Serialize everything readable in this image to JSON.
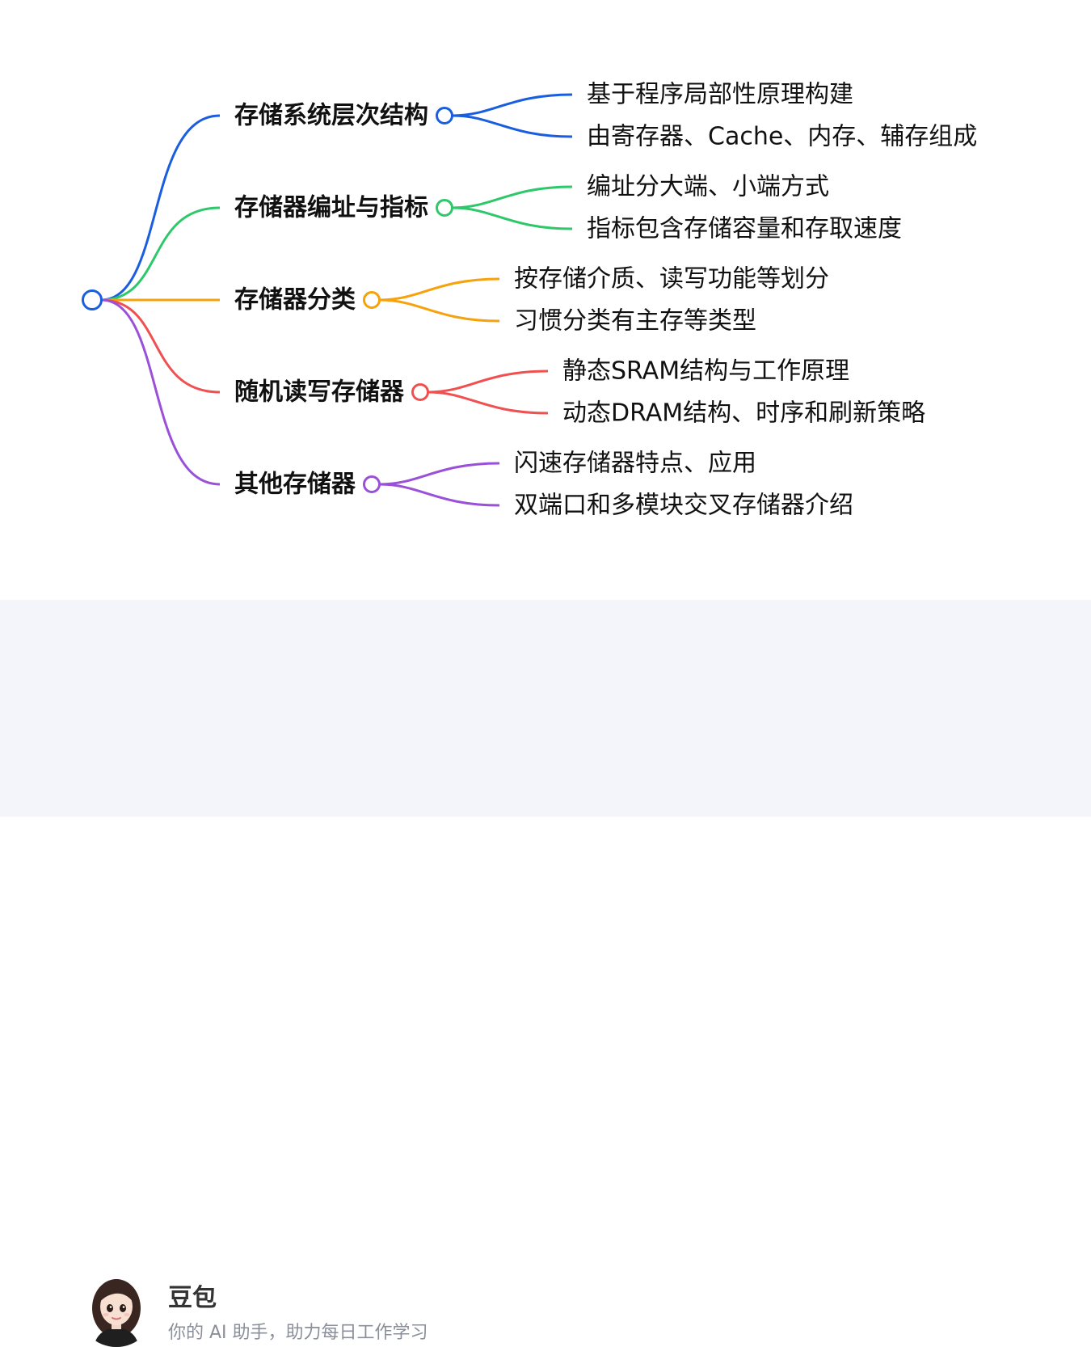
{
  "mindmap": {
    "branches": [
      {
        "label": "存储系统层次结构",
        "color": "#1a5ee0",
        "leaves": [
          "基于程序局部性原理构建",
          "由寄存器、Cache、内存、辅存组成"
        ]
      },
      {
        "label": "存储器编址与指标",
        "color": "#2ec86a",
        "leaves": [
          "编址分大端、小端方式",
          "指标包含存储容量和存取速度"
        ]
      },
      {
        "label": "存储器分类",
        "color": "#f5a20c",
        "leaves": [
          "按存储介质、读写功能等划分",
          "习惯分类有主存等类型"
        ]
      },
      {
        "label": "随机读写存储器",
        "color": "#ef5050",
        "leaves": [
          "静态SRAM结构与工作原理",
          "动态DRAM结构、时序和刷新策略"
        ]
      },
      {
        "label": "其他存储器",
        "color": "#9a50d8",
        "leaves": [
          "闪速存储器特点、应用",
          "双端口和多模块交叉存储器介绍"
        ]
      }
    ]
  },
  "footer": {
    "name": "豆包",
    "tagline": "你的 AI 助手，助力每日工作学习"
  }
}
